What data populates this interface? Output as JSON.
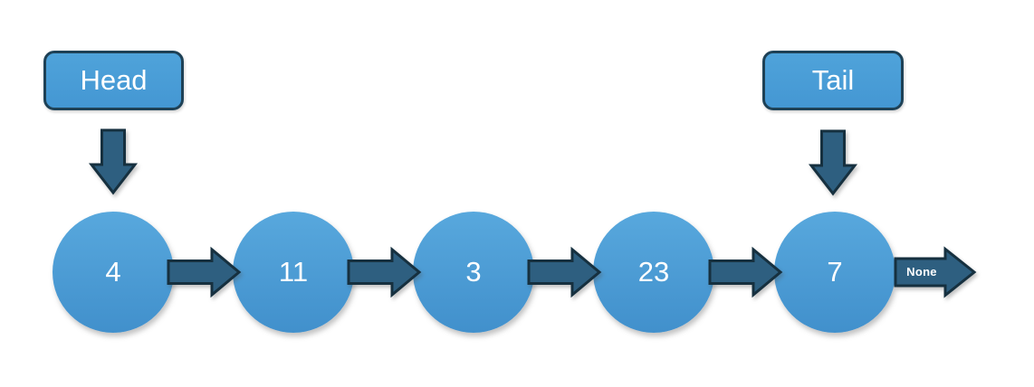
{
  "diagram": {
    "type": "singly-linked-list",
    "head_label": "Head",
    "tail_label": "Tail",
    "null_label": "None",
    "nodes": [
      {
        "value": "4"
      },
      {
        "value": "11"
      },
      {
        "value": "3"
      },
      {
        "value": "23"
      },
      {
        "value": "7"
      }
    ],
    "colors": {
      "background": "#ffffff",
      "node_fill_top": "#58a8dd",
      "node_fill_bottom": "#4190cc",
      "box_fill_top": "#4fa3da",
      "box_fill_bottom": "#4497d3",
      "box_border": "#1e4156",
      "arrow_fill": "#2e5f80",
      "arrow_border": "#16303f",
      "text": "#ffffff"
    }
  }
}
